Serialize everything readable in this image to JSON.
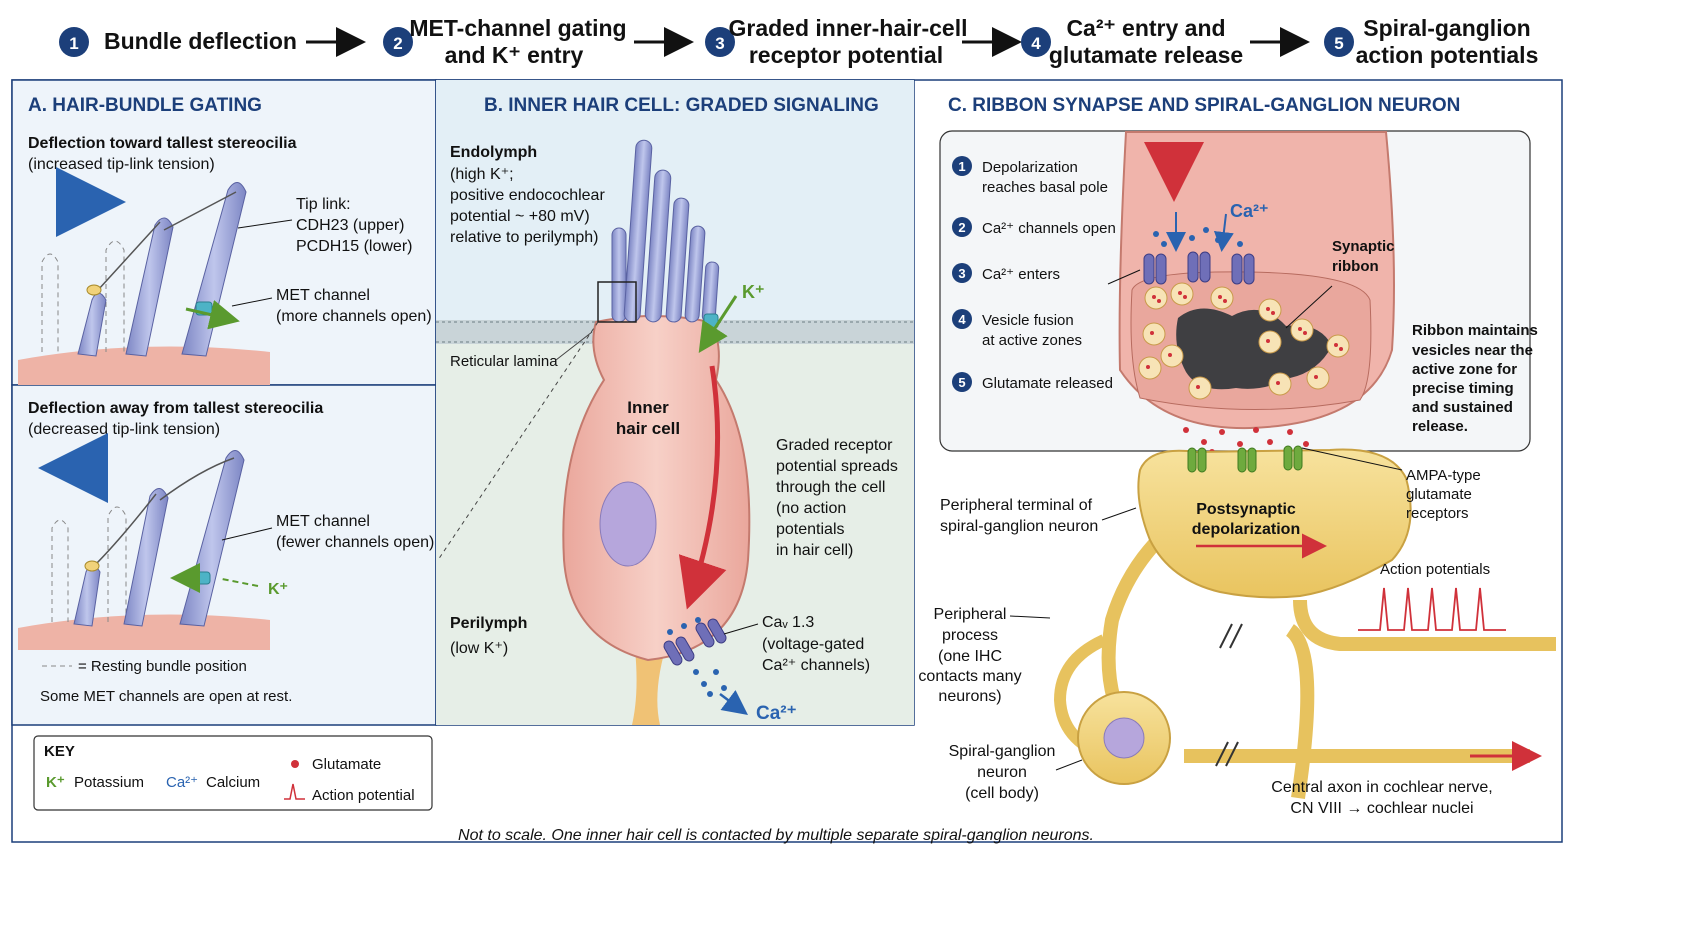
{
  "steps": [
    {
      "num": "1",
      "lines": [
        "Bundle deflection"
      ]
    },
    {
      "num": "2",
      "lines": [
        "MET-channel gating",
        "and K⁺ entry"
      ]
    },
    {
      "num": "3",
      "lines": [
        "Graded inner-hair-cell",
        "receptor potential"
      ]
    },
    {
      "num": "4",
      "lines": [
        "Ca²⁺ entry and",
        "glutamate release"
      ]
    },
    {
      "num": "5",
      "lines": [
        "Spiral-ganglion",
        "action potentials"
      ]
    }
  ],
  "panel_a": {
    "title": "A.  HAIR-BUNDLE GATING",
    "top_heading": [
      "Deflection toward tallest stereocilia",
      "(increased tip-link tension)"
    ],
    "tip_link": [
      "Tip link:",
      "CDH23 (upper)",
      "PCDH15 (lower)"
    ],
    "met_open": [
      "MET channel",
      "(more channels open)"
    ],
    "bottom_heading": [
      "Deflection away from tallest stereocilia",
      "(decreased tip-link tension)"
    ],
    "met_fewer": [
      "MET channel",
      "(fewer channels open)"
    ],
    "k_label": "K⁺",
    "legend_dash": "= Resting bundle position",
    "note": "Some MET channels are open at rest."
  },
  "key": {
    "title": "KEY",
    "k_symbol": "K⁺",
    "k_text": "Potassium",
    "ca_symbol": "Ca²⁺",
    "ca_text": "Calcium",
    "glu_text": "Glutamate",
    "ap_text": "Action potential"
  },
  "panel_b": {
    "title": "B.  INNER HAIR CELL: GRADED SIGNALING",
    "endolymph": [
      "Endolymph",
      "(high K⁺;",
      "positive endocochlear",
      "potential ~ +80 mV)",
      "relative to perilymph)"
    ],
    "k_label": "K⁺",
    "reticular": "Reticular lamina",
    "cell_name": [
      "Inner",
      "hair cell"
    ],
    "graded": [
      "Graded receptor",
      "potential spreads",
      "through the cell",
      "(no action",
      "potentials",
      "in hair cell)"
    ],
    "perilymph": [
      "Perilymph",
      "(low K⁺)"
    ],
    "cav": [
      "Caᵥ 1.3",
      "(voltage-gated",
      "Ca²⁺ channels)"
    ],
    "ca_label": "Ca²⁺"
  },
  "panel_c": {
    "title": "C.  RIBBON SYNAPSE AND SPIRAL-GANGLION NEURON",
    "steps": [
      {
        "num": "1",
        "lines": [
          "Depolarization",
          "reaches basal pole"
        ]
      },
      {
        "num": "2",
        "lines": [
          "Ca²⁺ channels open"
        ]
      },
      {
        "num": "3",
        "lines": [
          "Ca²⁺ enters"
        ]
      },
      {
        "num": "4",
        "lines": [
          "Vesicle fusion",
          "at active zones"
        ]
      },
      {
        "num": "5",
        "lines": [
          "Glutamate released"
        ]
      }
    ],
    "ca_label": "Ca²⁺",
    "ribbon": [
      "Synaptic",
      "ribbon"
    ],
    "ribbon_note": [
      "Ribbon maintains",
      "vesicles near the",
      "active zone for",
      "precise timing",
      "and sustained",
      "release."
    ],
    "ampa": [
      "AMPA-type",
      "glutamate",
      "receptors"
    ],
    "terminal": [
      "Peripheral terminal of",
      "spiral-ganglion neuron"
    ],
    "postsyn": [
      "Postsynaptic",
      "depolarization"
    ],
    "ap": "Action potentials",
    "process": [
      "Peripheral",
      "process",
      "(one IHC",
      "contacts many",
      "neurons)"
    ],
    "soma": [
      "Spiral-ganglion",
      "neuron",
      "(cell body)"
    ],
    "axon": [
      "Central axon in cochlear nerve,",
      "CN VIII → cochlear nuclei"
    ]
  },
  "footer": "Not to scale. One inner hair cell is contacted by multiple separate spiral-ganglion neurons.",
  "colors": {
    "navy": "#1c3f7a",
    "arrow_blue": "#2a63b0",
    "k_green": "#5a9a2e",
    "ca_blue": "#2a63b0",
    "red": "#d0313a",
    "cell_pink": "#f3c2b8",
    "neuron_yellow": "#f2d57e",
    "channel_purple": "#6f6fb8",
    "panel_bg_a": "#eef4fa",
    "panel_bg_b": "#e7eef0"
  }
}
